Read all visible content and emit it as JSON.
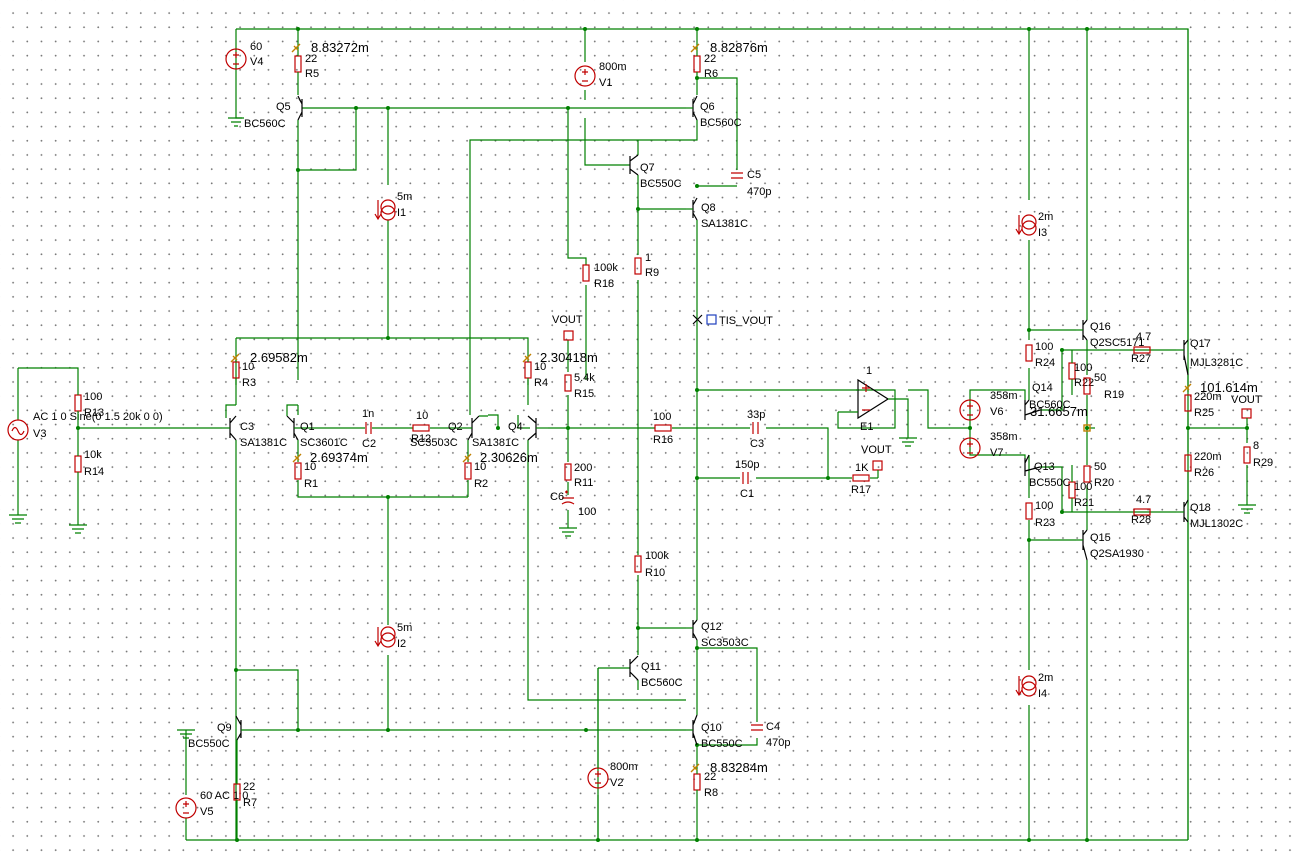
{
  "sources": {
    "V4": {
      "name": "V4",
      "value": "60"
    },
    "V1": {
      "name": "V1",
      "value": "800m"
    },
    "V3": {
      "name": "V3",
      "value": "AC 1 0 Sine(0 1.5 20k 0 0)"
    },
    "V5": {
      "name": "V5",
      "value": "60 AC 1 0"
    },
    "V2": {
      "name": "V2",
      "value": "800m"
    },
    "V6": {
      "name": "V6",
      "value": "358m"
    },
    "V7": {
      "name": "V7",
      "value": "358m"
    },
    "I1": {
      "name": "I1",
      "value": "5m"
    },
    "I2": {
      "name": "I2",
      "value": "5m"
    },
    "I3": {
      "name": "I3",
      "value": "2m"
    },
    "I4": {
      "name": "I4",
      "value": "2m"
    },
    "E1": {
      "name": "E1",
      "value": "1"
    }
  },
  "resistors": {
    "R1": {
      "name": "R1",
      "value": "10"
    },
    "R2": {
      "name": "R2",
      "value": "10"
    },
    "R3": {
      "name": "R3",
      "value": "10"
    },
    "R4": {
      "name": "R4",
      "value": "10"
    },
    "R5": {
      "name": "R5",
      "value": "22"
    },
    "R6": {
      "name": "R6",
      "value": "22"
    },
    "R7": {
      "name": "R7",
      "value": "22"
    },
    "R8": {
      "name": "R8",
      "value": "22"
    },
    "R9": {
      "name": "R9",
      "value": "1"
    },
    "R10": {
      "name": "R10",
      "value": "100k"
    },
    "R11": {
      "name": "R11",
      "value": "200"
    },
    "R12": {
      "name": "R12",
      "value": "10"
    },
    "R13": {
      "name": "R13",
      "value": "100"
    },
    "R14": {
      "name": "R14",
      "value": "10k"
    },
    "R15": {
      "name": "R15",
      "value": "5.4k"
    },
    "R16": {
      "name": "R16",
      "value": "100"
    },
    "R17": {
      "name": "R17",
      "value": "1K"
    },
    "R18": {
      "name": "R18",
      "value": "100k"
    },
    "R19": {
      "name": "R19",
      "value": "50"
    },
    "R20": {
      "name": "R20",
      "value": "50"
    },
    "R21": {
      "name": "R21",
      "value": "100"
    },
    "R22": {
      "name": "R22",
      "value": "100"
    },
    "R23": {
      "name": "R23",
      "value": "100"
    },
    "R24": {
      "name": "R24",
      "value": "100"
    },
    "R25": {
      "name": "R25",
      "value": "220m"
    },
    "R26": {
      "name": "R26",
      "value": "220m"
    },
    "R27": {
      "name": "R27",
      "value": "4.7"
    },
    "R28": {
      "name": "R28",
      "value": "4.7"
    },
    "R29": {
      "name": "R29",
      "value": "8"
    }
  },
  "capacitors": {
    "C1": {
      "name": "C1",
      "value": "150p"
    },
    "C2": {
      "name": "C2",
      "value": "1n"
    },
    "C3": {
      "name": "C3",
      "value": "33p"
    },
    "C4": {
      "name": "C4",
      "value": "470p"
    },
    "C5": {
      "name": "C5",
      "value": "470p"
    },
    "C6": {
      "name": "C6",
      "value": "100"
    }
  },
  "transistors": {
    "Q1": {
      "name": "Q1",
      "model": "SC3601C"
    },
    "Q2": {
      "name": "Q2",
      "model": "SC3503C"
    },
    "Q3": {
      "name": "C3",
      "model": "SA1381C"
    },
    "Q4": {
      "name": "Q4",
      "model": "SA1381C"
    },
    "Q5": {
      "name": "Q5",
      "model": "BC560C"
    },
    "Q6": {
      "name": "Q6",
      "model": "BC560C"
    },
    "Q7": {
      "name": "Q7",
      "model": "BC550C"
    },
    "Q8": {
      "name": "Q8",
      "model": "SA1381C"
    },
    "Q9": {
      "name": "Q9",
      "model": "BC550C"
    },
    "Q10": {
      "name": "Q10",
      "model": "BC550C"
    },
    "Q11": {
      "name": "Q11",
      "model": "BC560C"
    },
    "Q12": {
      "name": "Q12",
      "model": "SC3503C"
    },
    "Q13": {
      "name": "Q13",
      "model": "BC550C"
    },
    "Q14": {
      "name": "Q14",
      "model": "BC560C"
    },
    "Q15": {
      "name": "Q15",
      "model": "Q2SA1930"
    },
    "Q16": {
      "name": "Q16",
      "model": "Q2SC5171"
    },
    "Q17": {
      "name": "Q17",
      "model": "MJL3281C"
    },
    "Q18": {
      "name": "Q18",
      "model": "MJL1302C"
    }
  },
  "probes": {
    "p1": "8.83272m",
    "p2": "8.82876m",
    "p3": "2.69582m",
    "p4": "2.30418m",
    "p5": "2.69374m",
    "p6": "2.30626m",
    "p7": "8.83284m",
    "p8": "101.614m",
    "p9": "31.6657m"
  },
  "nets": {
    "vout_a": "VOUT",
    "vout_b": "VOUT",
    "vout_c": "VOUT",
    "tis": "TIS_VOUT"
  }
}
